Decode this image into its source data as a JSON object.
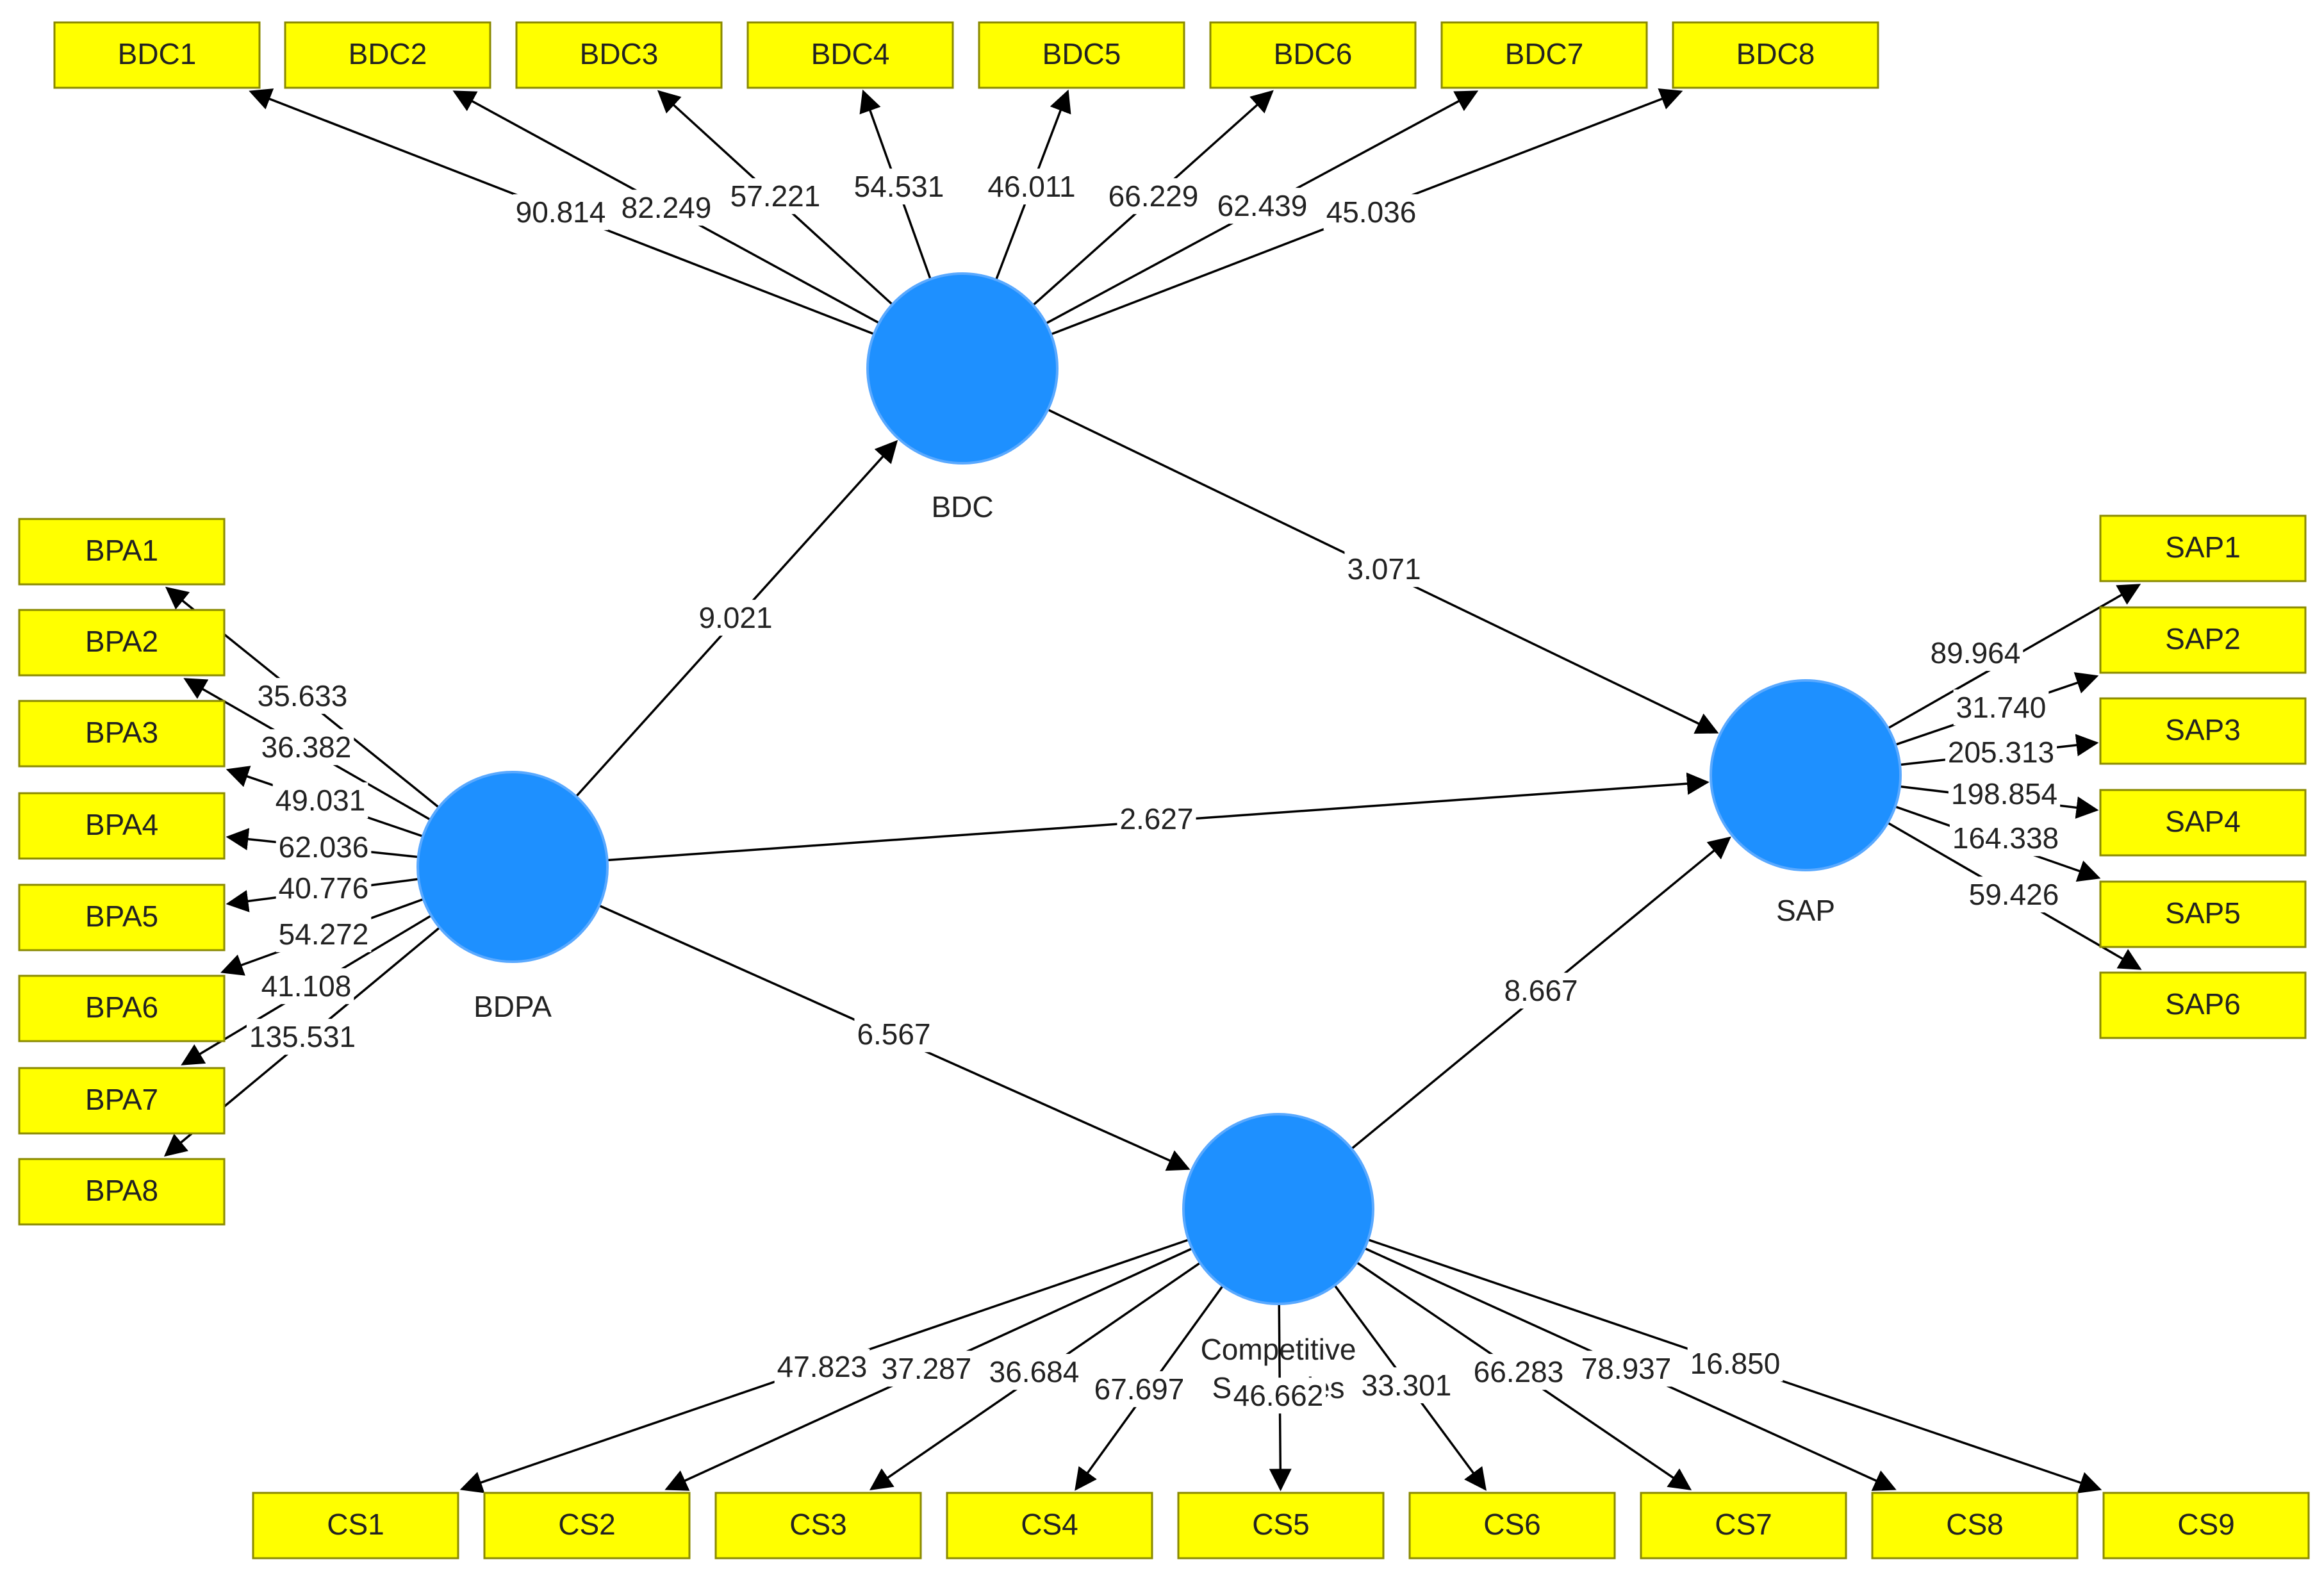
{
  "latents": [
    {
      "id": "BDC",
      "label": "BDC"
    },
    {
      "id": "BDPA",
      "label": "BDPA"
    },
    {
      "id": "SAP",
      "label": "SAP"
    },
    {
      "id": "CS",
      "label": "Competitive Strategies"
    }
  ],
  "indicators": [
    {
      "id": "BDC1",
      "label": "BDC1"
    },
    {
      "id": "BDC2",
      "label": "BDC2"
    },
    {
      "id": "BDC3",
      "label": "BDC3"
    },
    {
      "id": "BDC4",
      "label": "BDC4"
    },
    {
      "id": "BDC5",
      "label": "BDC5"
    },
    {
      "id": "BDC6",
      "label": "BDC6"
    },
    {
      "id": "BDC7",
      "label": "BDC7"
    },
    {
      "id": "BDC8",
      "label": "BDC8"
    },
    {
      "id": "BPA1",
      "label": "BPA1"
    },
    {
      "id": "BPA2",
      "label": "BPA2"
    },
    {
      "id": "BPA3",
      "label": "BPA3"
    },
    {
      "id": "BPA4",
      "label": "BPA4"
    },
    {
      "id": "BPA5",
      "label": "BPA5"
    },
    {
      "id": "BPA6",
      "label": "BPA6"
    },
    {
      "id": "BPA7",
      "label": "BPA7"
    },
    {
      "id": "BPA8",
      "label": "BPA8"
    },
    {
      "id": "SAP1",
      "label": "SAP1"
    },
    {
      "id": "SAP2",
      "label": "SAP2"
    },
    {
      "id": "SAP3",
      "label": "SAP3"
    },
    {
      "id": "SAP4",
      "label": "SAP4"
    },
    {
      "id": "SAP5",
      "label": "SAP5"
    },
    {
      "id": "SAP6",
      "label": "SAP6"
    },
    {
      "id": "CS1",
      "label": "CS1"
    },
    {
      "id": "CS2",
      "label": "CS2"
    },
    {
      "id": "CS3",
      "label": "CS3"
    },
    {
      "id": "CS4",
      "label": "CS4"
    },
    {
      "id": "CS5",
      "label": "CS5"
    },
    {
      "id": "CS6",
      "label": "CS6"
    },
    {
      "id": "CS7",
      "label": "CS7"
    },
    {
      "id": "CS8",
      "label": "CS8"
    },
    {
      "id": "CS9",
      "label": "CS9"
    }
  ],
  "paths": [
    {
      "from": "BDPA",
      "to": "BDC",
      "value": "9.021"
    },
    {
      "from": "BDC",
      "to": "SAP",
      "value": "3.071"
    },
    {
      "from": "BDPA",
      "to": "SAP",
      "value": "2.627"
    },
    {
      "from": "BDPA",
      "to": "CS",
      "value": "6.567"
    },
    {
      "from": "CS",
      "to": "SAP",
      "value": "8.667"
    }
  ],
  "loadings": [
    {
      "from": "BDC",
      "to": "BDC1",
      "value": "90.814"
    },
    {
      "from": "BDC",
      "to": "BDC2",
      "value": "82.249"
    },
    {
      "from": "BDC",
      "to": "BDC3",
      "value": "57.221"
    },
    {
      "from": "BDC",
      "to": "BDC4",
      "value": "54.531"
    },
    {
      "from": "BDC",
      "to": "BDC5",
      "value": "46.011"
    },
    {
      "from": "BDC",
      "to": "BDC6",
      "value": "66.229"
    },
    {
      "from": "BDC",
      "to": "BDC7",
      "value": "62.439"
    },
    {
      "from": "BDC",
      "to": "BDC8",
      "value": "45.036"
    },
    {
      "from": "BDPA",
      "to": "BPA1",
      "value": "35.633"
    },
    {
      "from": "BDPA",
      "to": "BPA2",
      "value": "36.382"
    },
    {
      "from": "BDPA",
      "to": "BPA3",
      "value": "49.031"
    },
    {
      "from": "BDPA",
      "to": "BPA4",
      "value": "62.036"
    },
    {
      "from": "BDPA",
      "to": "BPA5",
      "value": "40.776"
    },
    {
      "from": "BDPA",
      "to": "BPA6",
      "value": "54.272"
    },
    {
      "from": "BDPA",
      "to": "BPA7",
      "value": "41.108"
    },
    {
      "from": "BDPA",
      "to": "BPA8",
      "value": "135.531"
    },
    {
      "from": "SAP",
      "to": "SAP1",
      "value": "89.964"
    },
    {
      "from": "SAP",
      "to": "SAP2",
      "value": "31.740"
    },
    {
      "from": "SAP",
      "to": "SAP3",
      "value": "205.313"
    },
    {
      "from": "SAP",
      "to": "SAP4",
      "value": "198.854"
    },
    {
      "from": "SAP",
      "to": "SAP5",
      "value": "164.338"
    },
    {
      "from": "SAP",
      "to": "SAP6",
      "value": "59.426"
    },
    {
      "from": "CS",
      "to": "CS1",
      "value": "47.823"
    },
    {
      "from": "CS",
      "to": "CS2",
      "value": "37.287"
    },
    {
      "from": "CS",
      "to": "CS3",
      "value": "36.684"
    },
    {
      "from": "CS",
      "to": "CS4",
      "value": "67.697"
    },
    {
      "from": "CS",
      "to": "CS5",
      "value": "46.662"
    },
    {
      "from": "CS",
      "to": "CS6",
      "value": "33.301"
    },
    {
      "from": "CS",
      "to": "CS7",
      "value": "66.283"
    },
    {
      "from": "CS",
      "to": "CS8",
      "value": "78.937"
    },
    {
      "from": "CS",
      "to": "CS9",
      "value": "16.850"
    }
  ],
  "colors": {
    "latent_fill": "#1e90ff",
    "indicator_fill": "#ffff00"
  }
}
